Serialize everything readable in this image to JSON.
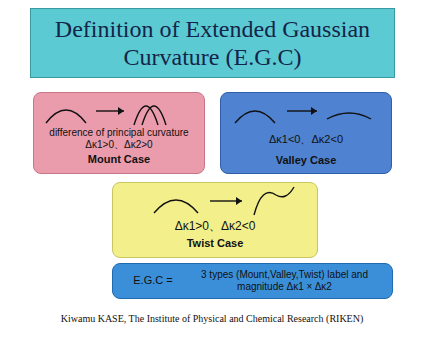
{
  "diagram": {
    "title": "Definition of Extended Gaussian Curvature (E.G.C)",
    "caption": "Kiwamu KASE, The Institute of Physical and Chemical Research (RIKEN)",
    "nodes": [
      {
        "text": [
          "difference of principal curvature Δκ1>0、Δκ2>0",
          "Mount Case"
        ]
      },
      {
        "text": [
          "Δκ1<0、Δκ2<0",
          "Valley Case"
        ]
      },
      {
        "text": [
          "Δκ1>0、Δκ2<0",
          "Twist Case"
        ]
      },
      {
        "text": [
          "E.G.C =",
          "3 types (Mount,Valley,Twist) label and magnitude Δκ1 × Δκ2"
        ]
      }
    ]
  }
}
